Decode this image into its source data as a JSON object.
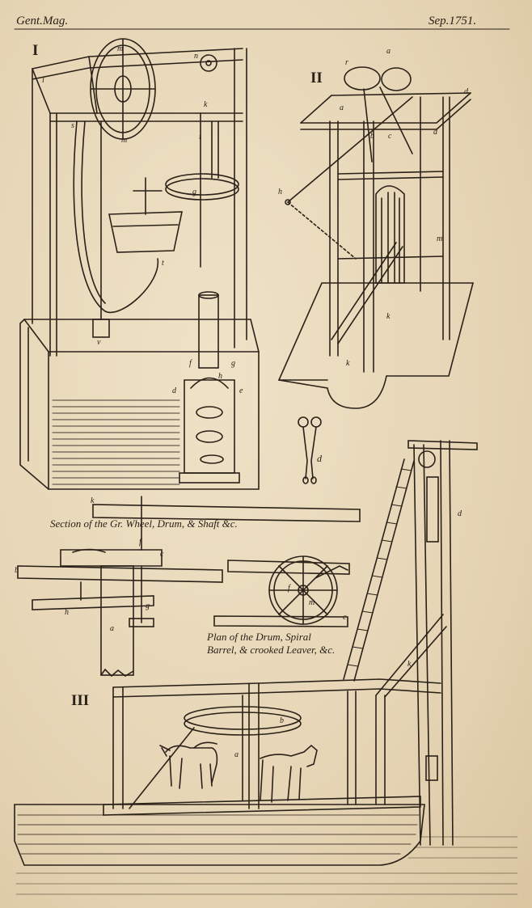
{
  "header": {
    "left": "Gent.Mag.",
    "right": "Sep.1751."
  },
  "figures": {
    "one": "I",
    "two": "II",
    "three": "III"
  },
  "captions": {
    "section": "Section of the Gr. Wheel, Drum, & Shaft &c.",
    "plan_line1": "Plan of the Drum, Spiral",
    "plan_line2": "Barrel, & crooked Leaver, &c."
  },
  "letters": {
    "f1_m_top": "m",
    "f1_l": "l",
    "f1_n": "n",
    "f1_k": "k",
    "f1_s": "s",
    "f1_m2": "m",
    "f1_i": "i",
    "f1_g": "g",
    "f1_t": "t",
    "f1_v": "v",
    "f1_f": "f",
    "f1_d": "d",
    "f1_e": "e",
    "f1_h": "h",
    "f1_g2": "g",
    "f2_r": "r",
    "f2_a": "a",
    "f2_d": "d",
    "f2_a2": "a",
    "f2_b": "b",
    "f2_c": "c",
    "f2_d2": "d",
    "f2_h": "h",
    "f2_m": "m",
    "f2_k": "k",
    "f2_k2": "k",
    "tongs_d": "d",
    "sec_k": "k",
    "sec_b": "b",
    "sec_f": "f",
    "sec_c": "c",
    "sec_h": "h",
    "sec_g": "g",
    "sec_a": "a",
    "plan_c": "c",
    "plan_f": "f",
    "plan_m": "m",
    "f3_d": "d",
    "f3_k": "k",
    "f3_b": "b",
    "f3_a": "a"
  }
}
